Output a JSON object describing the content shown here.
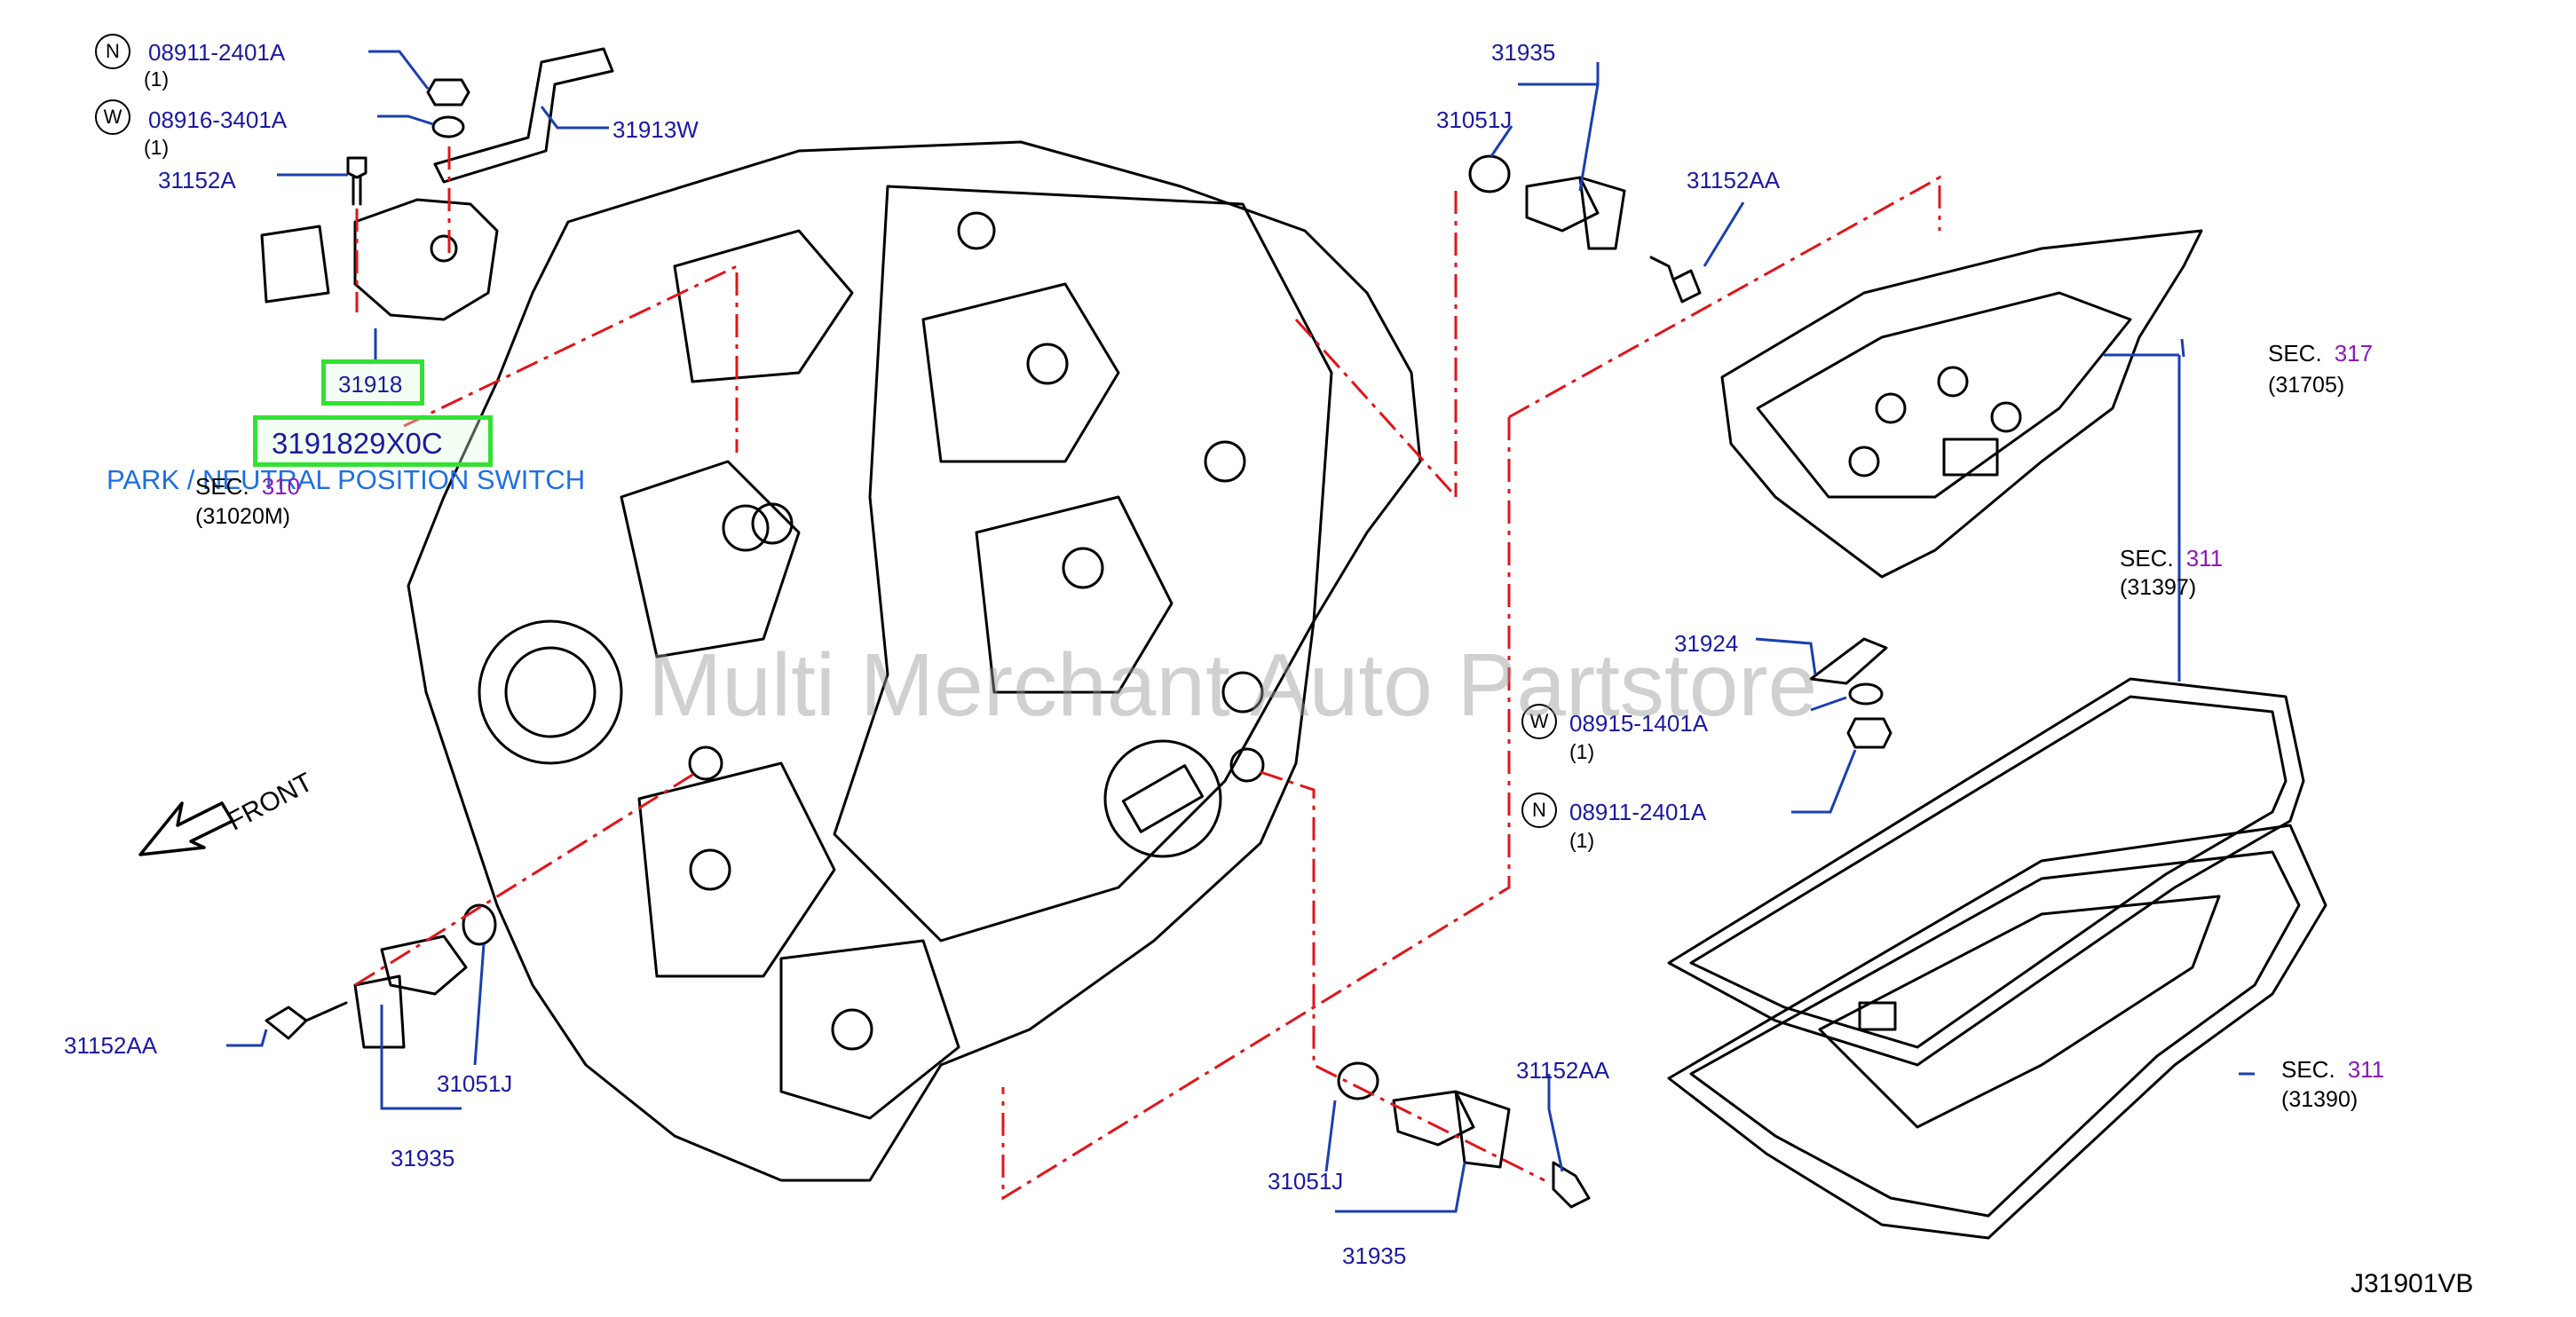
{
  "labels": {
    "nut_top": "08911-2401A",
    "nut_top_qty": "(1)",
    "washer_top": "08916-3401A",
    "washer_top_qty": "(1)",
    "bolt_31152a": "31152A",
    "bracket": "31913W",
    "sensor_top": "31935",
    "oring_top": "31051J",
    "bolt_top": "31152AA",
    "bolt_left": "31152AA",
    "oring_left": "31051J",
    "sensor_left": "31935",
    "oring_bottom": "31051J",
    "bolt_bottom": "31152AA",
    "sensor_bottom": "31935",
    "bracket_31924": "31924",
    "washer_right": "08915-1401A",
    "washer_right_qty": "(1)",
    "nut_right": "08911-2401A",
    "nut_right_qty": "(1)"
  },
  "circles": {
    "n": "N",
    "w": "W"
  },
  "highlights": {
    "switch_part": "31918",
    "switch_full": "3191829X0C"
  },
  "caption": "PARK / NEUTRAL POSITION SWITCH",
  "sections": {
    "sec_label": "SEC.",
    "s310": "310",
    "s310_ref": "(31020M)",
    "s317": "317",
    "s317_ref": "(31705)",
    "s311a": "311",
    "s311a_ref": "(31397)",
    "s311b": "311",
    "s311b_ref": "(31390)"
  },
  "front_label": "FRONT",
  "watermark": "Multi Merchant Auto Partstore",
  "diagram_code": "J31901VB",
  "colors": {
    "part_number": "#1a1aa0",
    "section_number": "#8a1ab8",
    "leader": "#1a3fb0",
    "centerline": "#e0151a",
    "highlight_border": "#33e133",
    "caption": "#1f6fe0"
  }
}
